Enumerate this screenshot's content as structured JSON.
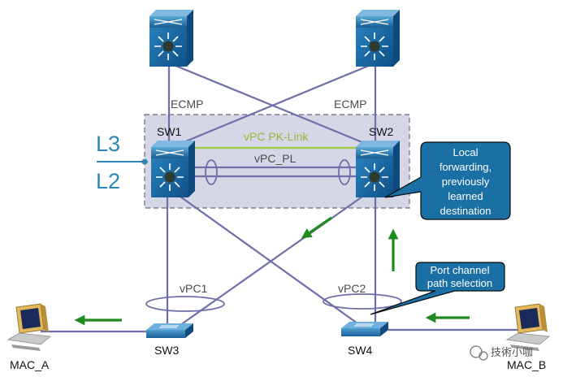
{
  "labels": {
    "ecmp_left": "ECMP",
    "ecmp_right": "ECMP",
    "sw1": "SW1",
    "sw2": "SW2",
    "sw3": "SW3",
    "sw4": "SW4",
    "pk_link": "vPC PK-Link",
    "peer_link": "vPC_PL",
    "l3": "L3",
    "l2": "L2",
    "vpc1": "vPC1",
    "vpc2": "vPC2",
    "mac_a": "MAC_A",
    "mac_b": "MAC_B"
  },
  "callouts": {
    "local_forwarding": [
      "Local",
      "forwarding,",
      "previously",
      "learned",
      "destination"
    ],
    "port_channel": [
      "Port channel",
      "path selection"
    ]
  },
  "watermark": "技術小咖",
  "colors": {
    "link": "#6e6fa8",
    "pk_link": "#a3c94a",
    "domain_fill": "#d6d7e6",
    "switch_blue": "#1b6fa6",
    "callout_fill": "#1a6fa5",
    "arrow_green": "#1f8a1f",
    "l3l2_blue": "#2d87b5"
  }
}
